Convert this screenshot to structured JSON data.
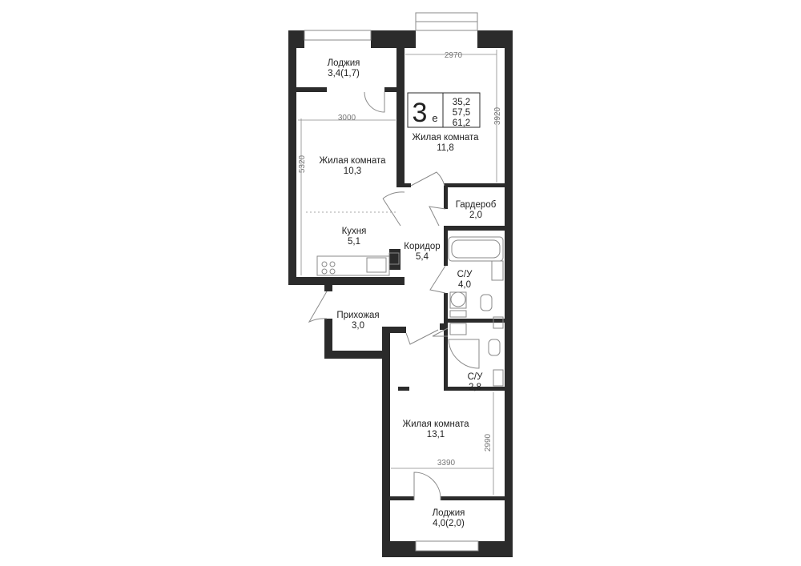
{
  "rooms": {
    "loggia_top": {
      "name": "Лоджия",
      "area": "3,4(1,7)"
    },
    "living_a": {
      "name": "Жилая комната",
      "area": "10,3"
    },
    "kitchen": {
      "name": "Кухня",
      "area": "5,1"
    },
    "living_b": {
      "name": "Жилая комната",
      "area": "11,8"
    },
    "wardrobe": {
      "name": "Гардероб",
      "area": "2,0"
    },
    "corridor": {
      "name": "Коридор",
      "area": "5,4"
    },
    "bath_1": {
      "name": "С/У",
      "area": "4,0"
    },
    "hall": {
      "name": "Прихожая",
      "area": "3,0"
    },
    "bath_2": {
      "name": "С/У",
      "area": "2,8"
    },
    "living_c": {
      "name": "Жилая комната",
      "area": "13,1"
    },
    "loggia_bottom": {
      "name": "Лоджия",
      "area": "4,0(2,0)"
    }
  },
  "dimensions": {
    "top_width": "2970",
    "room_b_height": "3920",
    "room_a_width": "3000",
    "room_a_height": "5320",
    "room_c_width": "3390",
    "room_c_height": "2990"
  },
  "badge": {
    "type_digit": "3",
    "type_letter": "е",
    "areas": [
      "35,2",
      "57,5",
      "61,2"
    ]
  },
  "colors": {
    "wall": "#2b2b2b",
    "line": "#8a8a8a",
    "text": "#222222",
    "background": "#ffffff"
  }
}
